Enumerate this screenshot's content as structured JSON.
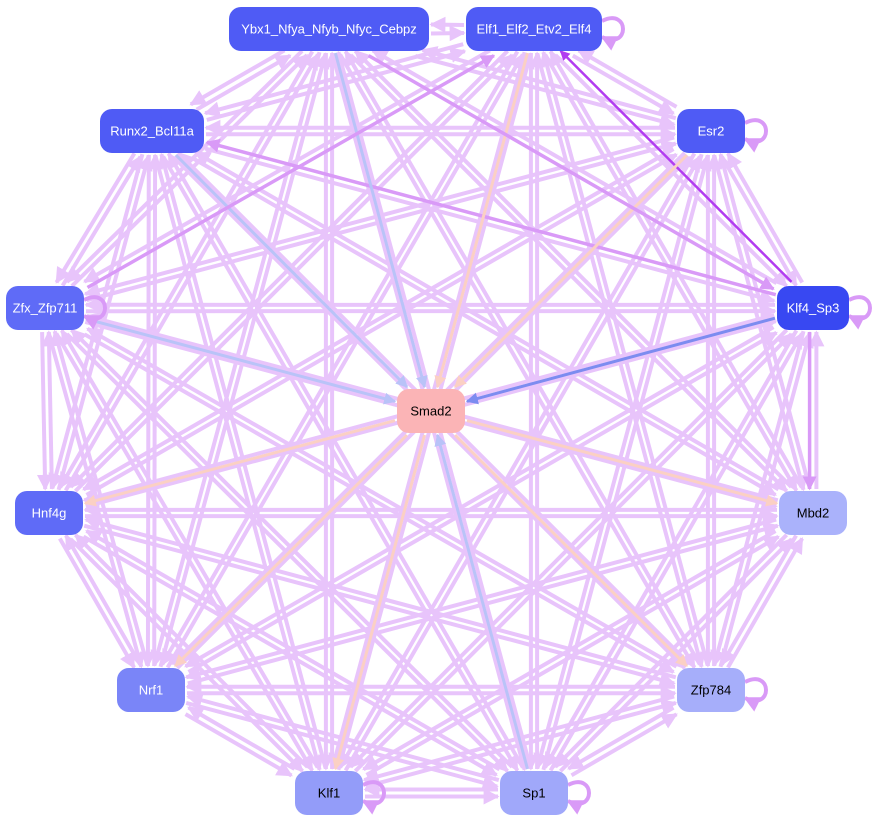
{
  "diagram": {
    "type": "directed-network",
    "center_node": "Smad2",
    "nodes": [
      {
        "id": "ybx1",
        "label": "Ybx1_Nfya_Nfyb_Nfyc_Cebpz",
        "fill": "#4f5bf5",
        "text_color": "#ffffff"
      },
      {
        "id": "elf1",
        "label": "Elf1_Elf2_Etv2_Elf4",
        "fill": "#4f5bf5",
        "text_color": "#ffffff"
      },
      {
        "id": "runx2",
        "label": "Runx2_Bcl11a",
        "fill": "#4f5bf5",
        "text_color": "#ffffff"
      },
      {
        "id": "esr2",
        "label": "Esr2",
        "fill": "#4f5bf5",
        "text_color": "#ffffff"
      },
      {
        "id": "zfx",
        "label": "Zfx_Zfp711",
        "fill": "#5f6bf7",
        "text_color": "#ffffff"
      },
      {
        "id": "klf4",
        "label": "Klf4_Sp3",
        "fill": "#3848f2",
        "text_color": "#ffffff"
      },
      {
        "id": "smad2",
        "label": "Smad2",
        "fill": "#fbb4b6",
        "text_color": "#000000"
      },
      {
        "id": "hnf4g",
        "label": "Hnf4g",
        "fill": "#5f6bf7",
        "text_color": "#ffffff"
      },
      {
        "id": "mbd2",
        "label": "Mbd2",
        "fill": "#aab2fb",
        "text_color": "#000000"
      },
      {
        "id": "nrf1",
        "label": "Nrf1",
        "fill": "#7a85f8",
        "text_color": "#ffffff"
      },
      {
        "id": "zfp784",
        "label": "Zfp784",
        "fill": "#a6aefa",
        "text_color": "#000000"
      },
      {
        "id": "klf1",
        "label": "Klf1",
        "fill": "#939cf9",
        "text_color": "#000000"
      },
      {
        "id": "sp1",
        "label": "Sp1",
        "fill": "#a0a8fa",
        "text_color": "#000000"
      }
    ],
    "edge_colors": {
      "default": "#e8c4fb",
      "strong": "#b23cf0",
      "medium": "#d99af7",
      "to_center_blue": "#b9c3f8",
      "to_center_dark_blue": "#7c8cf0",
      "to_center_peach": "#fbd0c4"
    },
    "highlight_edges": [
      {
        "from": "klf4",
        "to": "elf1",
        "color": "strong"
      },
      {
        "from": "klf4",
        "to": "mbd2",
        "color": "medium"
      },
      {
        "from": "klf4",
        "to": "runx2",
        "color": "medium"
      },
      {
        "from": "klf4",
        "to": "smad2",
        "color": "to_center_dark_blue"
      },
      {
        "from": "zfx",
        "to": "smad2",
        "color": "to_center_blue"
      },
      {
        "from": "runx2",
        "to": "smad2",
        "color": "to_center_blue"
      },
      {
        "from": "ybx1",
        "to": "smad2",
        "color": "to_center_blue"
      },
      {
        "from": "sp1",
        "to": "smad2",
        "color": "to_center_blue"
      },
      {
        "from": "elf1",
        "to": "smad2",
        "color": "to_center_peach"
      },
      {
        "from": "esr2",
        "to": "smad2",
        "color": "to_center_peach"
      },
      {
        "from": "smad2",
        "to": "hnf4g",
        "color": "to_center_peach"
      },
      {
        "from": "smad2",
        "to": "nrf1",
        "color": "to_center_peach"
      },
      {
        "from": "smad2",
        "to": "klf1",
        "color": "to_center_peach"
      },
      {
        "from": "smad2",
        "to": "zfp784",
        "color": "to_center_peach"
      },
      {
        "from": "smad2",
        "to": "mbd2",
        "color": "to_center_peach"
      },
      {
        "from": "ybx1",
        "to": "klf4",
        "color": "medium"
      },
      {
        "from": "zfx",
        "to": "elf1",
        "color": "medium"
      }
    ],
    "self_loops": [
      "elf1",
      "esr2",
      "zfx",
      "klf4",
      "zfp784",
      "sp1",
      "klf1"
    ]
  }
}
